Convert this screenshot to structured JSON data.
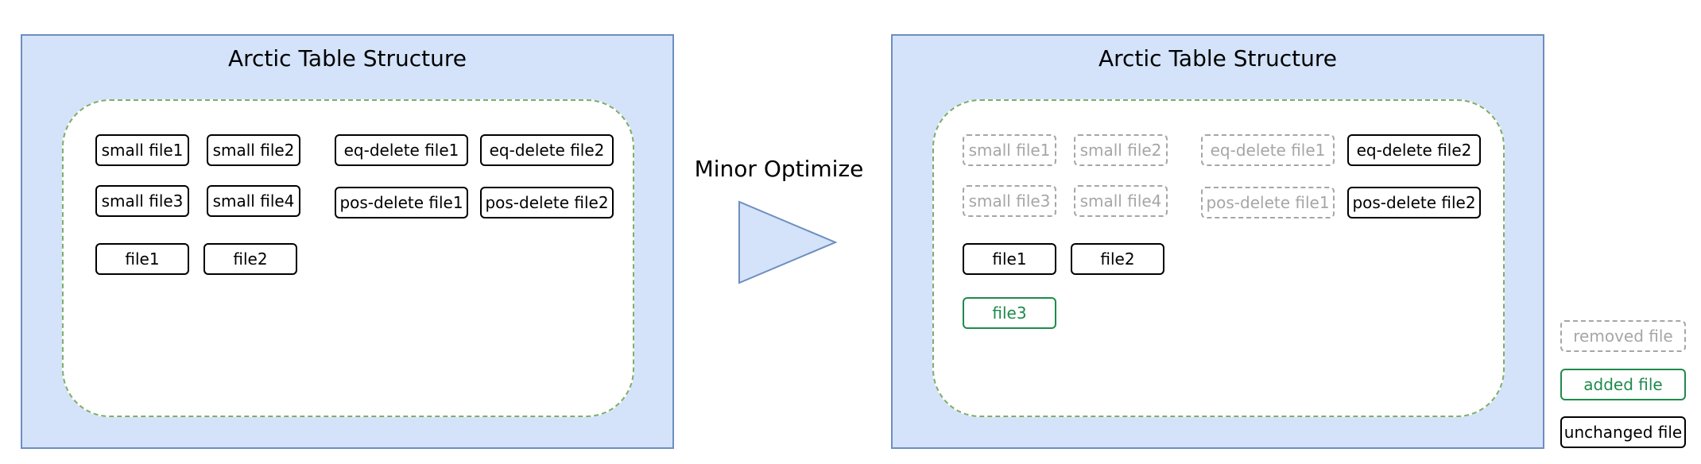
{
  "left_panel": {
    "title": "Arctic Table Structure",
    "files": {
      "small_file1": "small file1",
      "small_file2": "small file2",
      "small_file3": "small file3",
      "small_file4": "small file4",
      "eq_delete_file1": "eq-delete file1",
      "eq_delete_file2": "eq-delete file2",
      "pos_delete_file1": "pos-delete file1",
      "pos_delete_file2": "pos-delete file2",
      "file1": "file1",
      "file2": "file2"
    }
  },
  "arrow": {
    "label": "Minor Optimize"
  },
  "right_panel": {
    "title": "Arctic Table Structure",
    "files": {
      "small_file1": "small file1",
      "small_file2": "small file2",
      "small_file3": "small file3",
      "small_file4": "small file4",
      "eq_delete_file1": "eq-delete file1",
      "eq_delete_file2": "eq-delete file2",
      "pos_delete_file1": "pos-delete file1",
      "pos_delete_file2": "pos-delete file2",
      "file1": "file1",
      "file2": "file2",
      "file3": "file3"
    }
  },
  "legend": {
    "removed": "removed file",
    "added": "added file",
    "unchanged": "unchanged file"
  },
  "colors": {
    "panel_fill": "#d4e3f9",
    "panel_border": "#6d8ebf",
    "inner_border": "#7fae6a",
    "removed": "#a6a6a6",
    "added": "#1f8a4c",
    "unchanged": "#000000"
  }
}
